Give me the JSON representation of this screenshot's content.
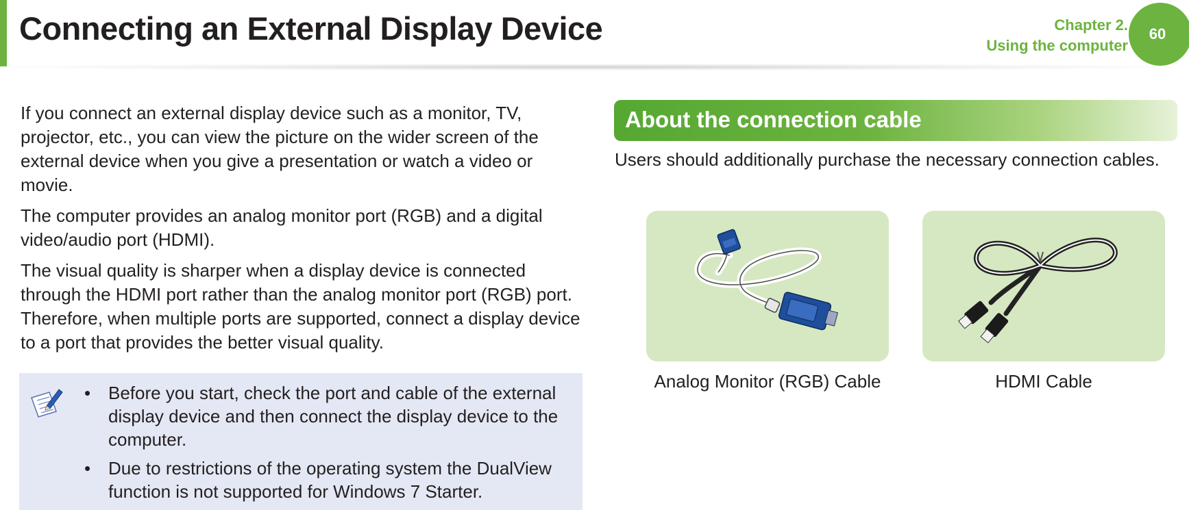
{
  "header": {
    "title": "Connecting an External Display Device",
    "chapter": "Chapter 2.",
    "chapter_subtitle": "Using the computer",
    "page_number": "60"
  },
  "left": {
    "paragraphs": [
      "If you connect an external display device such as a monitor, TV, projector, etc., you can view the picture on the wider screen of the external device when you give a presentation or watch a video or movie.",
      "The computer provides an analog monitor port (RGB) and a digital video/audio port (HDMI).",
      "The visual quality is sharper when a display device is connected through the HDMI port rather than the analog monitor port (RGB) port. Therefore, when multiple ports are supported, connect a display device to a port that provides the better visual quality."
    ],
    "note": {
      "icon": "note-pencil-icon",
      "bullet": "•",
      "items": [
        "Before you start, check the port and cable of the external display device and then connect the display device to the computer.",
        "Due to restrictions of the operating system the DualView function is not supported for Windows 7 Starter."
      ]
    }
  },
  "right": {
    "section_title": "About the connection cable",
    "intro": "Users should additionally purchase the necessary connection cables.",
    "cables": [
      {
        "caption": "Analog Monitor (RGB) Cable",
        "icon": "rgb-cable-icon"
      },
      {
        "caption": "HDMI Cable",
        "icon": "hdmi-cable-icon"
      }
    ]
  },
  "colors": {
    "accent_green": "#6cb33f",
    "note_background": "#e4e8f4",
    "cable_panel": "#d5e8c2",
    "vga_blue": "#1f4e9b"
  }
}
